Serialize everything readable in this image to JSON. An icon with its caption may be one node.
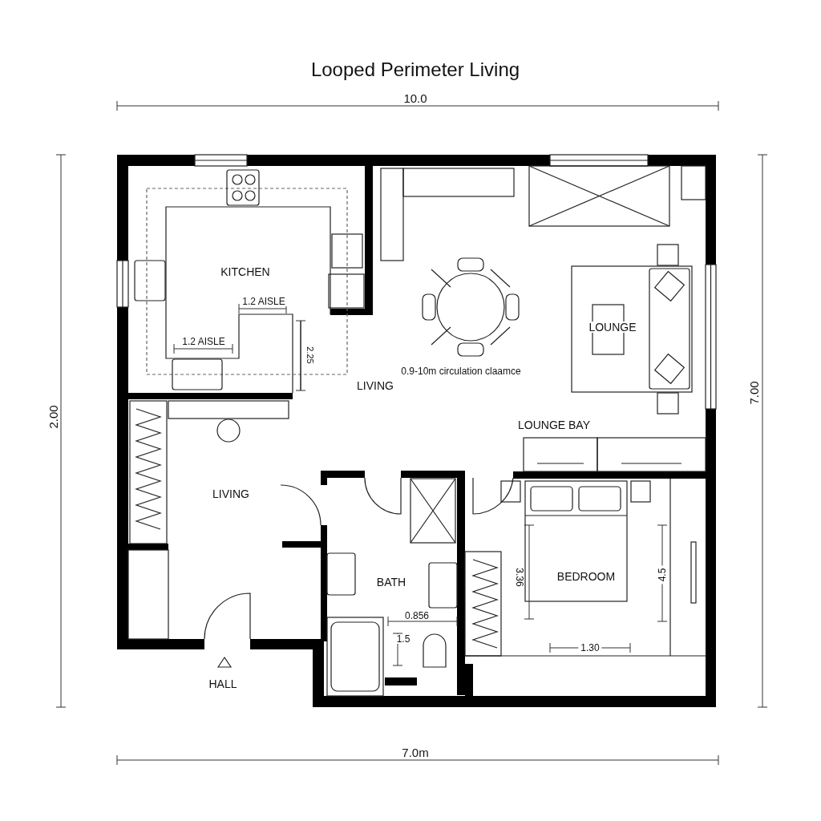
{
  "diagram": {
    "title": "Looped Perimeter Living",
    "labels": [
      "10.0",
      "2.00",
      "7.00",
      "KITCHEN",
      "1.2 AISLE",
      "1.2 AISLE",
      "2.25",
      "LOUNGE",
      "0.9-10m circulation claamce",
      "LIVING",
      "LOUNGE BAY",
      "LIVING",
      "BEDROOM",
      "BATH",
      "3.36",
      "4.5",
      "0.856",
      "1.5",
      "1.30",
      "HALL",
      "7.0m"
    ]
  }
}
